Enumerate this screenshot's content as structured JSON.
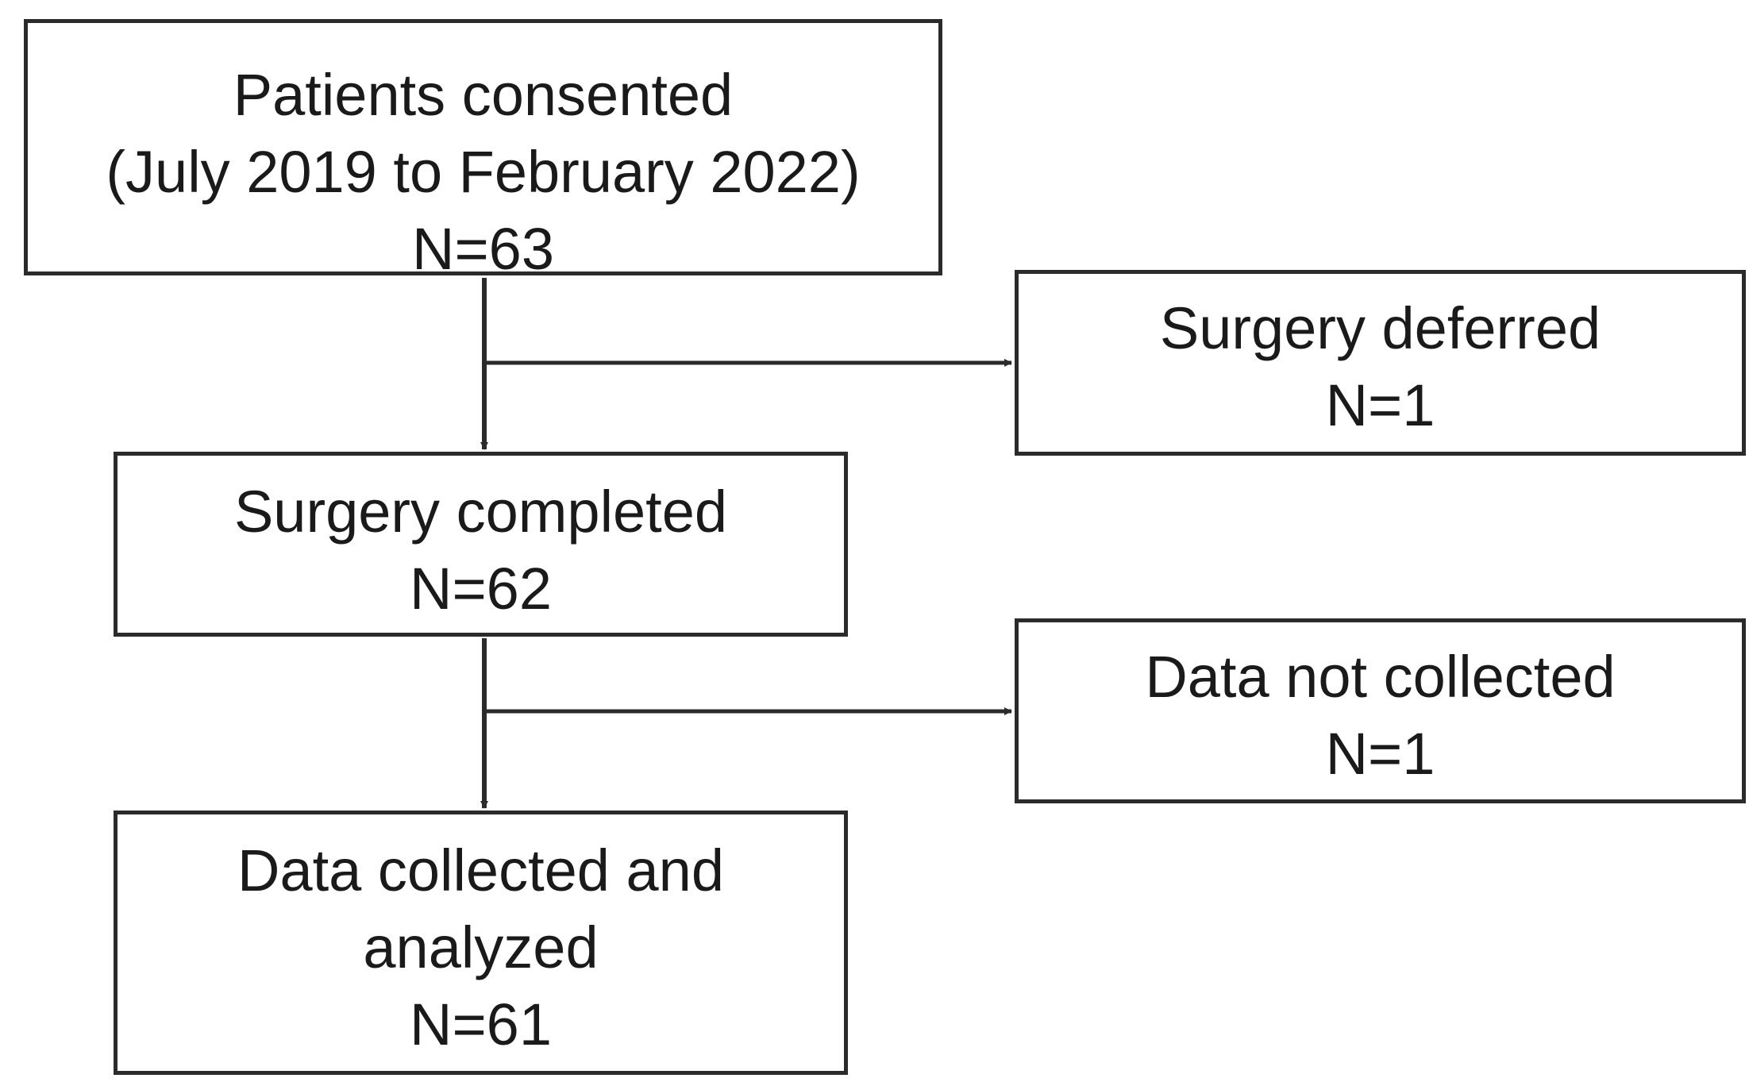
{
  "flowchart": {
    "consented": {
      "line1": "Patients consented",
      "line2": "(July 2019 to February 2022)",
      "count": "N=63"
    },
    "deferred": {
      "line1": "Surgery deferred",
      "count": "N=1"
    },
    "completed": {
      "line1": "Surgery completed",
      "count": "N=62"
    },
    "not_collected": {
      "line1": "Data not collected",
      "count": "N=1"
    },
    "analyzed": {
      "line1": "Data collected and",
      "line2": "analyzed",
      "count": "N=61"
    }
  },
  "colors": {
    "border": "#2b2b2b",
    "text": "#1a1a1a",
    "background": "#ffffff"
  }
}
